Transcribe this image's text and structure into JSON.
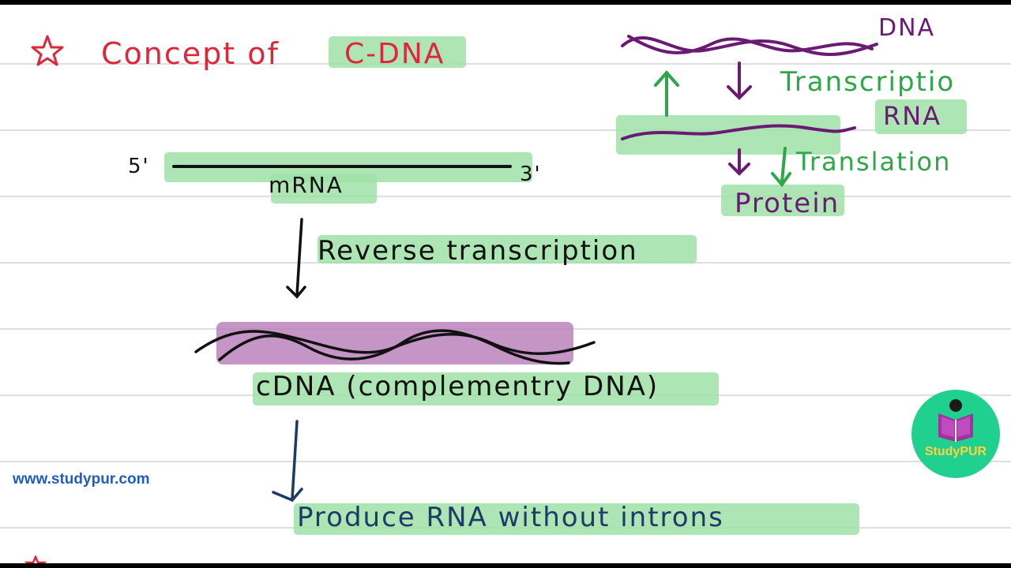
{
  "title": {
    "prefix": "Concept of",
    "highlight": "C-DNA"
  },
  "diagram": {
    "label_5_prime": "5'",
    "label_3_prime": "3'",
    "mrna_label": "mRNA",
    "step1": "Reverse transcription",
    "cdna_label": "cDNA (complementry DNA)",
    "step2": "Produce RNA without introns"
  },
  "central_dogma": {
    "dna": "DNA",
    "transcription": "Transcriptio",
    "rna": "RNA",
    "translation": "Translation",
    "protein": "Protein"
  },
  "watermark": {
    "url": "www.studypur.com",
    "logo_text": "StudyPUR"
  },
  "colors": {
    "highlight_green": "#9fe0a8",
    "highlight_purple": "#b57ab7",
    "title_red": "#e0263a",
    "dogma_green": "#2ea64a",
    "dogma_purple": "#6a1a72",
    "ink_navy": "#1e3a67",
    "url_blue": "#1f5cc4",
    "logo_teal": "#1fd08f"
  }
}
